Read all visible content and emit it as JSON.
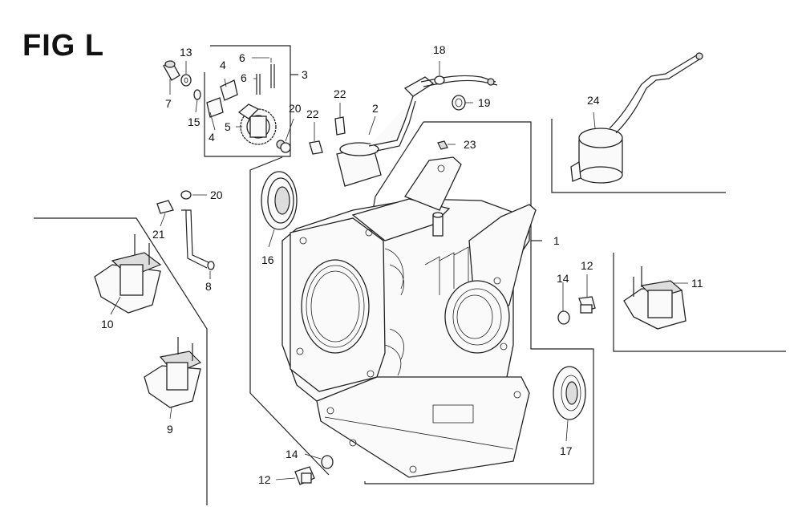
{
  "figure": {
    "title": "FIG L"
  },
  "callouts": {
    "c1": "1",
    "c2": "2",
    "c3": "3",
    "c4a": "4",
    "c4b": "4",
    "c5": "5",
    "c6a": "6",
    "c6b": "6",
    "c7": "7",
    "c8": "8",
    "c9": "9",
    "c10": "10",
    "c11": "11",
    "c12a": "12",
    "c12b": "12",
    "c13": "13",
    "c14a": "14",
    "c14b": "14",
    "c15": "15",
    "c16": "16",
    "c17": "17",
    "c18": "18",
    "c19": "19",
    "c20a": "20",
    "c20b": "20",
    "c21": "21",
    "c22a": "22",
    "c22b": "22",
    "c23": "23",
    "c24": "24"
  }
}
